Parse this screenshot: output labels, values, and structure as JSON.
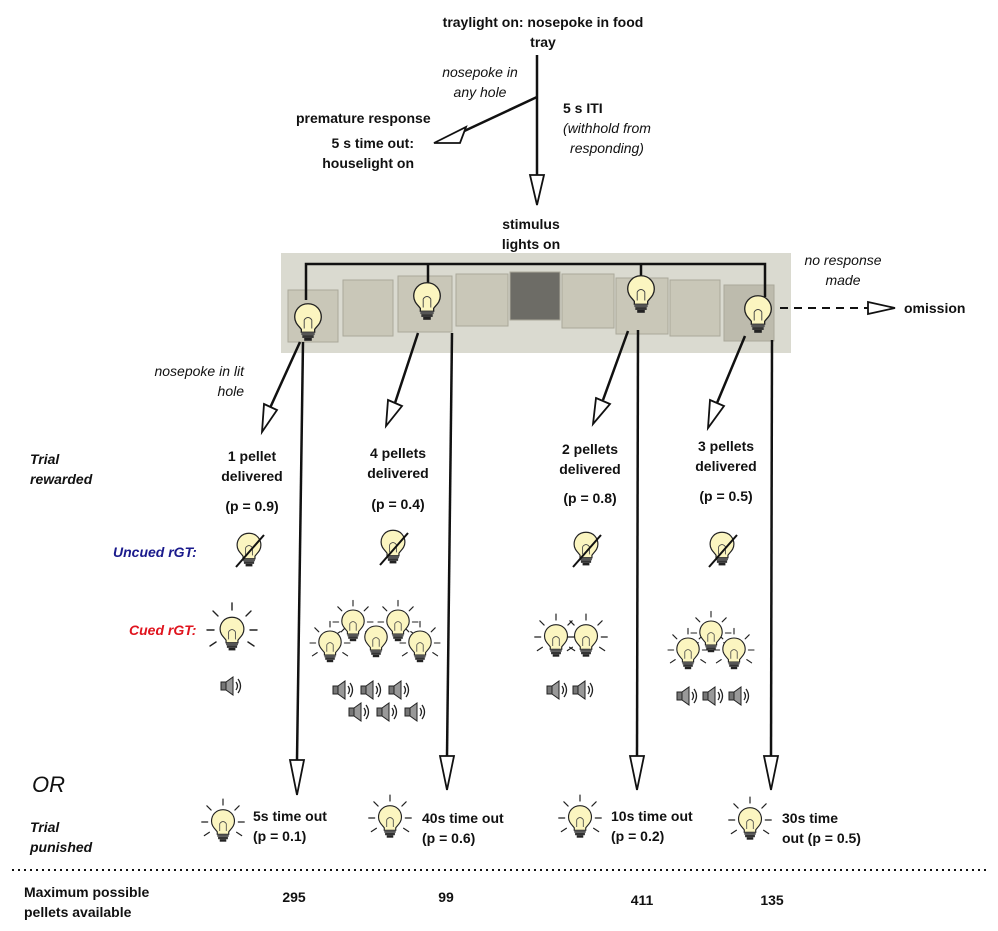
{
  "top": {
    "start_line1": "traylight on: nosepoke in food",
    "start_line2": "tray",
    "nosepoke_any_line1": "nosepoke in",
    "nosepoke_any_line2": "any hole",
    "premature": "premature response",
    "timeout_line1": "5 s time out:",
    "timeout_line2": "houselight on",
    "iti": "5 s ITI",
    "withhold_line1": "(withhold from",
    "withhold_line2": "responding)",
    "stimulus_line1": "stimulus",
    "stimulus_line2": "lights on",
    "no_response_line1": "no response",
    "no_response_line2": "made",
    "omission": "omission",
    "nosepoke_lit_line1": "nosepoke in  lit",
    "nosepoke_lit_line2": "hole"
  },
  "row_labels": {
    "rewarded_line1": "Trial",
    "rewarded_line2": "rewarded",
    "uncued": "Uncued rGT:",
    "cued": "Cued rGT:",
    "or": "OR",
    "punished_line1": "Trial",
    "punished_line2": "punished",
    "max_line1": "Maximum possible",
    "max_line2": "pellets available"
  },
  "options": [
    {
      "reward_line1": "1 pellet",
      "reward_line2": "delivered",
      "reward_p": "(p = 0.9)",
      "punish_line1": "5s time out",
      "punish_line2": "(p = 0.1)",
      "max_pellets": "295",
      "cue_lights": 1,
      "cue_tones": 1
    },
    {
      "reward_line1": "4 pellets",
      "reward_line2": "delivered",
      "reward_p": "(p = 0.4)",
      "punish_line1": "40s time out",
      "punish_line2": "(p = 0.6)",
      "max_pellets": "99",
      "cue_lights": 5,
      "cue_tones": 6
    },
    {
      "reward_line1": "2 pellets",
      "reward_line2": "delivered",
      "reward_p": "(p = 0.8)",
      "punish_line1": "10s time out",
      "punish_line2": "(p = 0.2)",
      "max_pellets": "411",
      "cue_lights": 2,
      "cue_tones": 2
    },
    {
      "reward_line1": "3 pellets",
      "reward_line2": "delivered",
      "reward_p": "(p = 0.5)",
      "punish_line1": "30s time",
      "punish_line2": "out (p = 0.5)",
      "max_pellets": "135",
      "cue_lights": 3,
      "cue_tones": 3
    }
  ],
  "colors": {
    "uncued": "#1a1a8c",
    "cued": "#e0141e",
    "bulb": "#fbf5c0",
    "panel": "#d8d7cc"
  },
  "icons": [
    "lightbulb-icon",
    "lightbulb-off-icon",
    "speaker-icon",
    "arrowhead-icon"
  ]
}
